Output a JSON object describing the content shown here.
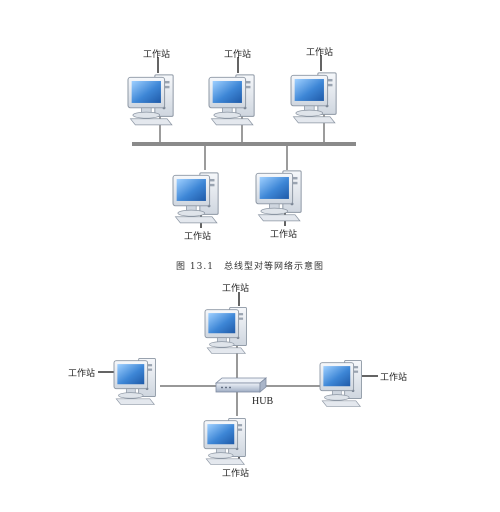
{
  "figure1": {
    "caption": "图 13.1　总线型对等网络示意图",
    "workstations": [
      {
        "label": "工作站"
      },
      {
        "label": "工作站"
      },
      {
        "label": "工作站"
      },
      {
        "label": "工作站"
      },
      {
        "label": "工作站"
      }
    ]
  },
  "figure2": {
    "hub_label": "HUB",
    "workstations": [
      {
        "label": "工作站"
      },
      {
        "label": "工作站"
      },
      {
        "label": "工作站"
      },
      {
        "label": "工作站"
      }
    ]
  },
  "colors": {
    "bus": "#8a8a8a",
    "cable": "#6e6e6e",
    "screen": "#4a8fd8",
    "monitor_body": "#e9edf2",
    "hub": "#c9d2e2"
  }
}
